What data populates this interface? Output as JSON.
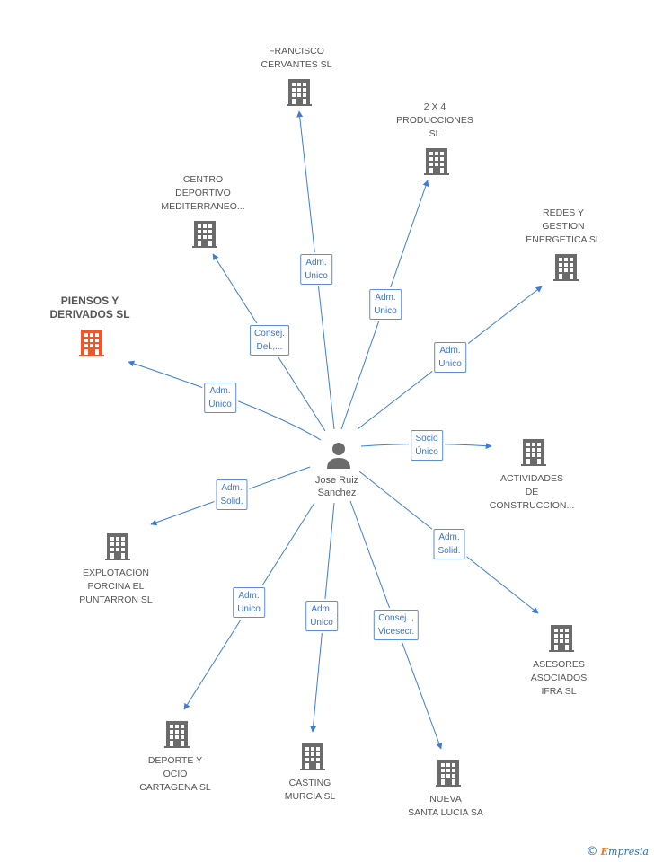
{
  "center": {
    "name_lines": [
      "Jose Ruiz",
      "Sanchez"
    ],
    "icon": "person-icon"
  },
  "colors": {
    "edge": "#3b7dd8",
    "building": "#6b6b6b",
    "highlight": "#f0562a",
    "edge_label_text": "#3c74c2"
  },
  "companies": [
    {
      "id": "piensos",
      "lines": [
        "PIENSOS Y",
        "DERIVADOS SL"
      ],
      "highlight": true,
      "role": [
        "Adm.",
        "Unico"
      ]
    },
    {
      "id": "centro",
      "lines": [
        "CENTRO",
        "DEPORTIVO",
        "MEDITERRANEO..."
      ],
      "highlight": false,
      "role": [
        "Consej.",
        "Del.,..."
      ]
    },
    {
      "id": "francisco",
      "lines": [
        "FRANCISCO",
        "CERVANTES  SL"
      ],
      "highlight": false,
      "role": [
        "Adm.",
        "Unico"
      ]
    },
    {
      "id": "producciones",
      "lines": [
        "2 X 4",
        "PRODUCCIONES",
        "SL"
      ],
      "highlight": false,
      "role": [
        "Adm.",
        "Unico"
      ]
    },
    {
      "id": "redes",
      "lines": [
        "REDES Y",
        "GESTION",
        "ENERGETICA SL"
      ],
      "highlight": false,
      "role": [
        "Adm.",
        "Unico"
      ]
    },
    {
      "id": "actividades",
      "lines": [
        "ACTIVIDADES",
        "DE",
        "CONSTRUCCION..."
      ],
      "highlight": false,
      "role": [
        "Socio",
        "Único"
      ]
    },
    {
      "id": "asesores",
      "lines": [
        "ASESORES",
        "ASOCIADOS",
        "IFRA SL"
      ],
      "highlight": false,
      "role": [
        "Adm.",
        "Solid."
      ]
    },
    {
      "id": "nueva",
      "lines": [
        "NUEVA",
        "SANTA LUCIA SA"
      ],
      "highlight": false,
      "role": [
        "Consej. ,",
        "Vicesecr."
      ]
    },
    {
      "id": "casting",
      "lines": [
        "CASTING",
        "MURCIA SL"
      ],
      "highlight": false,
      "role": [
        "Adm.",
        "Unico"
      ]
    },
    {
      "id": "deporte",
      "lines": [
        "DEPORTE Y",
        "OCIO",
        "CARTAGENA  SL"
      ],
      "highlight": false,
      "role": [
        "Adm.",
        "Unico"
      ]
    },
    {
      "id": "explotacion",
      "lines": [
        "EXPLOTACION",
        "PORCINA EL",
        "PUNTARRON SL"
      ],
      "highlight": false,
      "role": [
        "Adm.",
        "Solid."
      ]
    }
  ],
  "footer": {
    "copyright": "©",
    "brand_initial": "E",
    "brand_rest": "mpresia"
  }
}
